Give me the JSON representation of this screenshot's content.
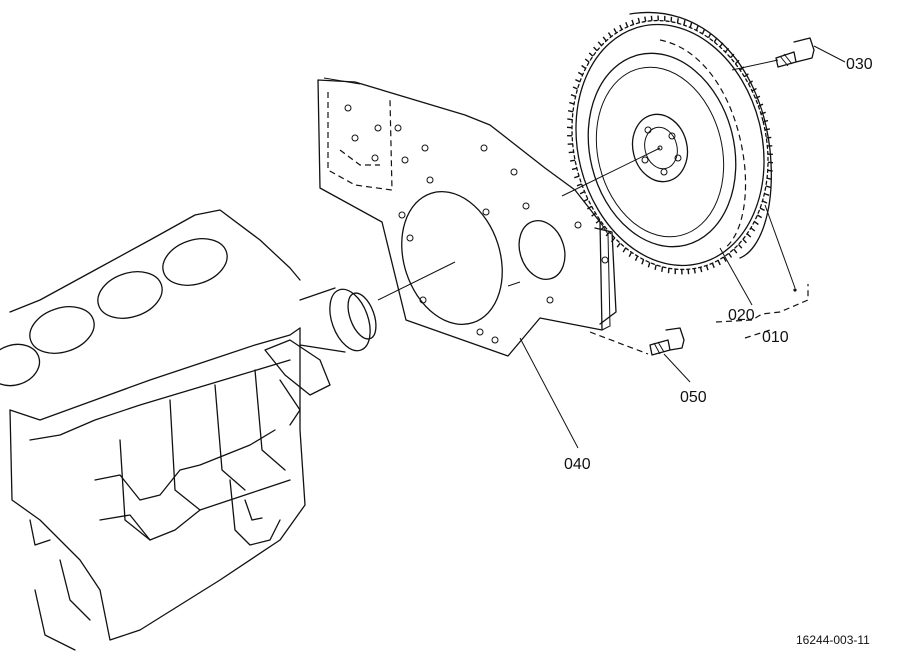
{
  "callouts": {
    "p010": "010",
    "p020": "020",
    "p030": "030",
    "p040": "040",
    "p050": "050"
  },
  "figure_id": "16244-003-11",
  "icons": [
    "engine-block-drawing",
    "flywheel-drawing",
    "plate-drawing",
    "bolt-drawing"
  ],
  "colors": {
    "ink": "#111111",
    "background": "#ffffff"
  }
}
